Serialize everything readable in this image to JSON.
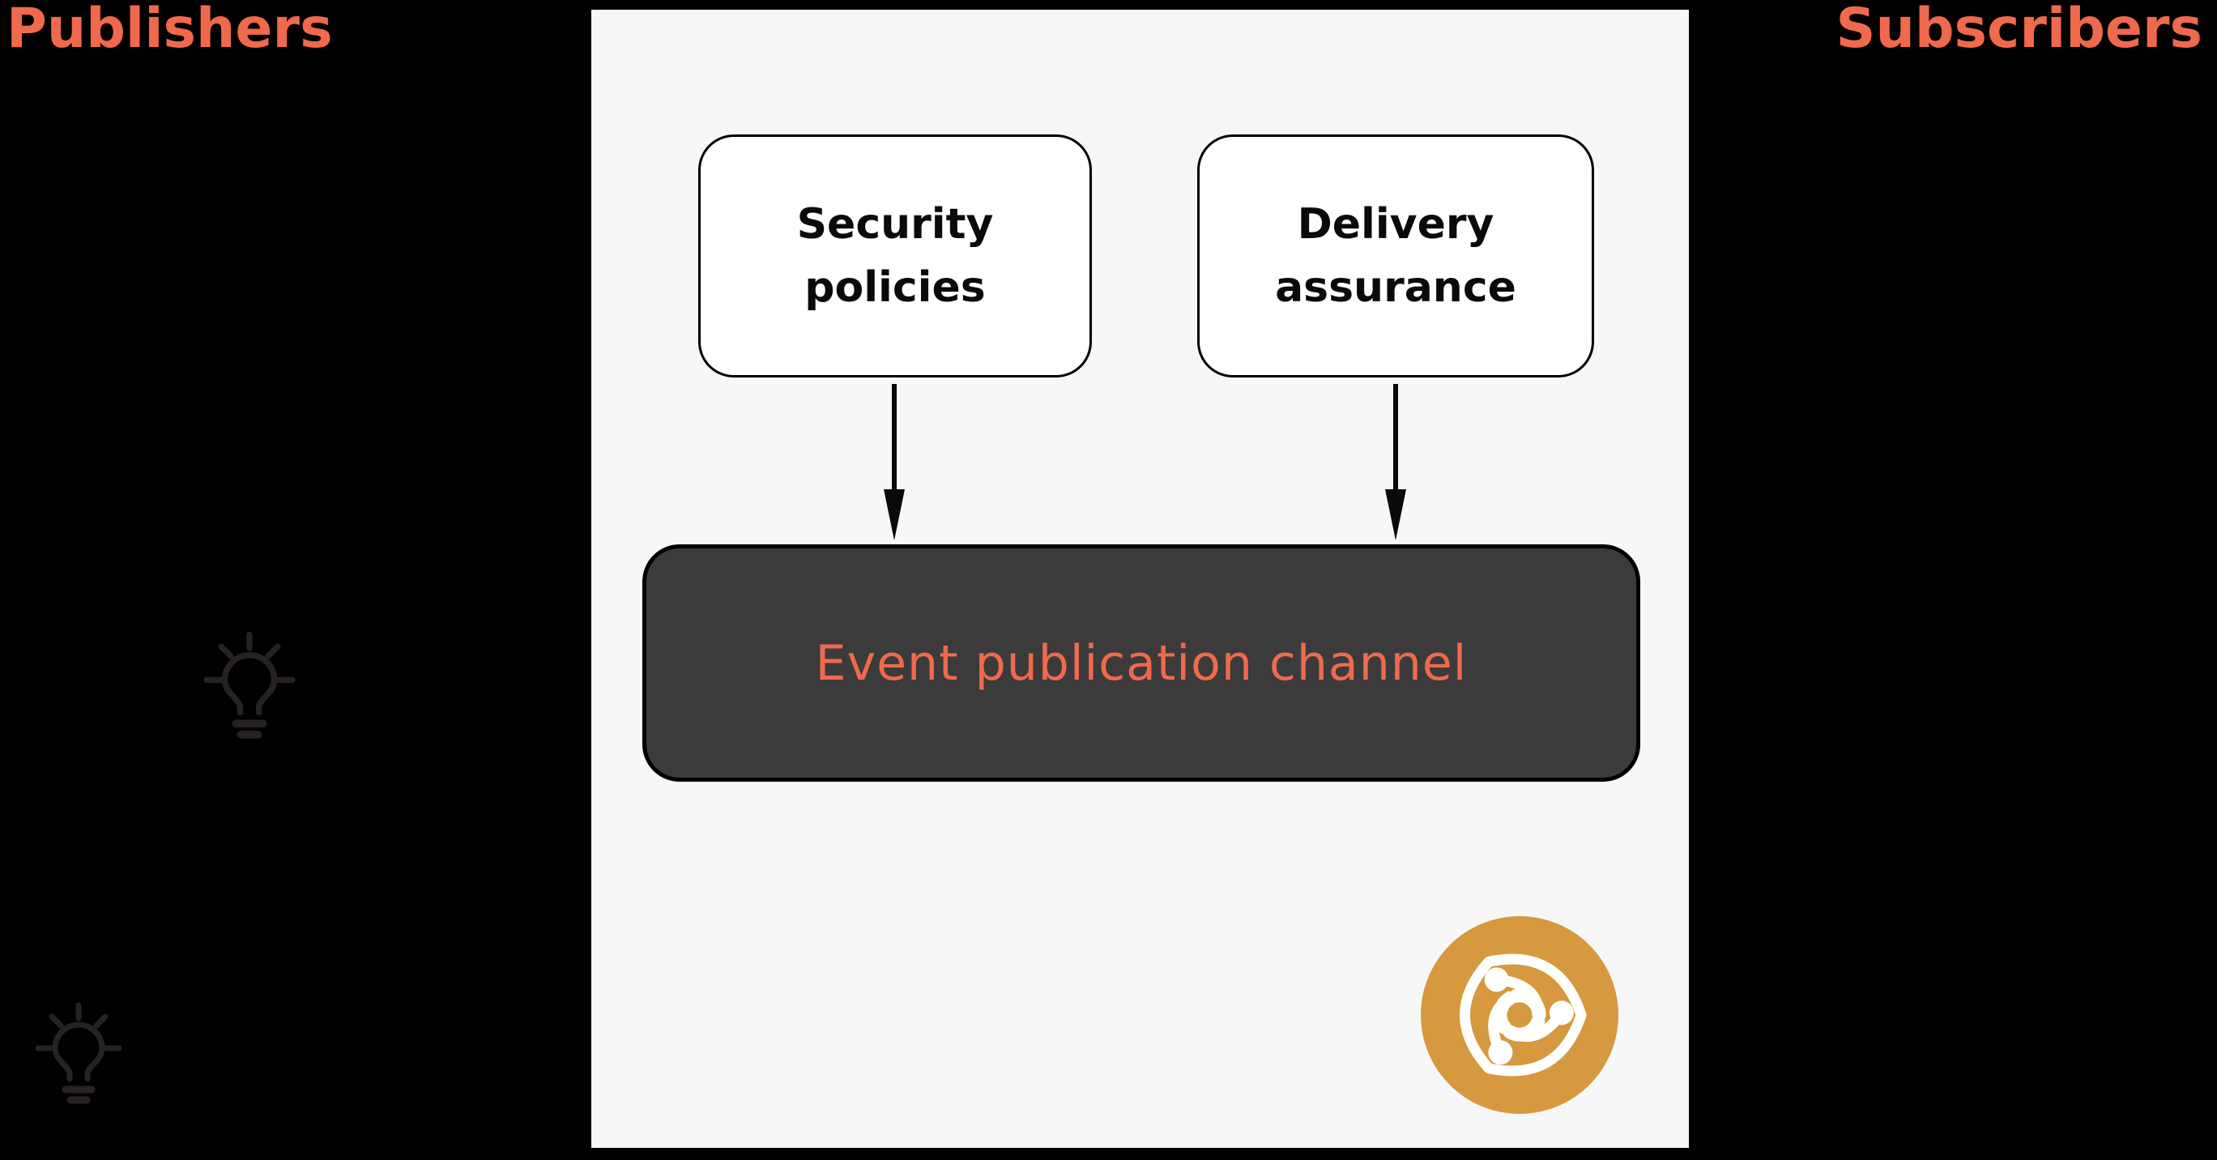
{
  "title": "Event publication channel diagram",
  "colors": {
    "background": "#000000",
    "accent_orange": "#F1694C",
    "panel_background": "#F7F7F7",
    "channel_box_fill": "#3B3B3B",
    "logo_orange": "#D6993F",
    "bulb_icon": "#272222"
  },
  "sides": {
    "left_label": "Publishers",
    "right_label": "Subscribers"
  },
  "panel": {
    "boxes": [
      {
        "label": "Security policies"
      },
      {
        "label": "Delivery assurance"
      }
    ],
    "channel": {
      "label": "Event publication channel"
    },
    "logo_icon": "triskelion-swirl-logo"
  },
  "icons": {
    "left_upper": "lightbulb-icon",
    "left_lower": "lightbulb-icon"
  }
}
